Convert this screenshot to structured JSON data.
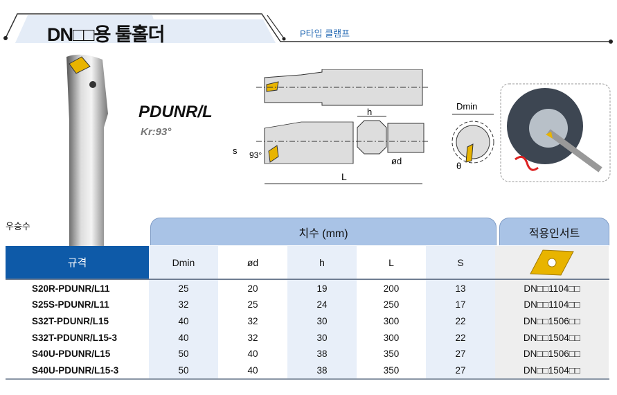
{
  "header": {
    "title": "DN□□용 툴홀더",
    "subtitle": "P타입 클램프"
  },
  "product": {
    "model": "PDUNR/L",
    "kr": "Kr:93°",
    "hand": "우승수"
  },
  "diagram": {
    "h": "h",
    "s": "s",
    "angle": "93°",
    "od": "ød",
    "L": "L",
    "dmin": "Dmin",
    "theta": "θ"
  },
  "table": {
    "group_dims": "치수 (mm)",
    "group_insert": "적용인서트",
    "columns": [
      "규격",
      "Dmin",
      "ød",
      "h",
      "L",
      "S"
    ],
    "rows": [
      [
        "S20R-PDUNR/L11",
        "25",
        "20",
        "19",
        "200",
        "13",
        "DN□□1104□□"
      ],
      [
        "S25S-PDUNR/L11",
        "32",
        "25",
        "24",
        "250",
        "17",
        "DN□□1104□□"
      ],
      [
        "S32T-PDUNR/L15",
        "40",
        "32",
        "30",
        "300",
        "22",
        "DN□□1506□□"
      ],
      [
        "S32T-PDUNR/L15-3",
        "40",
        "32",
        "30",
        "300",
        "22",
        "DN□□1504□□"
      ],
      [
        "S40U-PDUNR/L15",
        "50",
        "40",
        "38",
        "350",
        "27",
        "DN□□1506□□"
      ],
      [
        "S40U-PDUNR/L15-3",
        "50",
        "40",
        "38",
        "350",
        "27",
        "DN□□1504□□"
      ]
    ]
  },
  "colors": {
    "header_blue": "#0e5aa8",
    "tab_blue": "#a9c3e6",
    "insert_gold": "#e8b400"
  }
}
